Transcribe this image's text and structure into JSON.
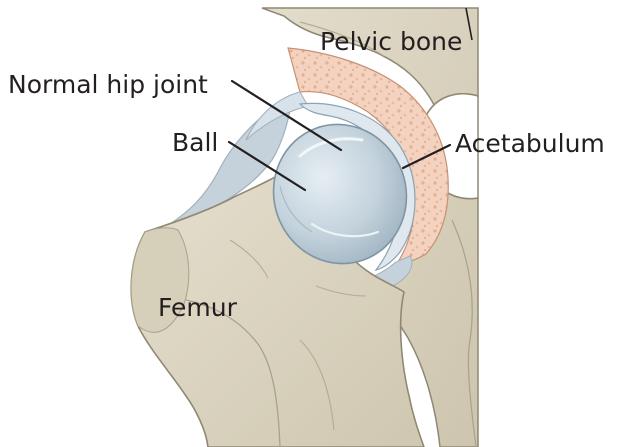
{
  "labels": {
    "pelvic_bone": "Pelvic bone",
    "normal_hip_joint": "Normal hip joint",
    "ball": "Ball",
    "acetabulum": "Acetabulum",
    "femur": "Femur"
  },
  "colors": {
    "bone_fill": "#ddd6c4",
    "bone_shadow": "#c4bca6",
    "bone_outline": "#8f8873",
    "marrow": "#f3d3c0",
    "marrow_dots": "#e7b79d",
    "cartilage": "#bccbd5",
    "cartilage_light": "#dfe8ee",
    "capsule": "#c5d2dc",
    "text": "#231f20"
  }
}
